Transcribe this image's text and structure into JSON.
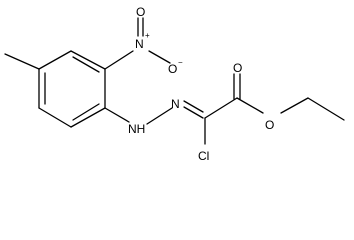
{
  "structure": {
    "atom_labels": {
      "n_plus": "N",
      "plus_charge": "+",
      "o_top": "O",
      "o_minus": "O",
      "minus_charge": "−",
      "n_imine": "N",
      "nh_hydrazone": "NH",
      "o_carbonyl": "O",
      "o_ester": "O",
      "cl": "Cl"
    }
  }
}
